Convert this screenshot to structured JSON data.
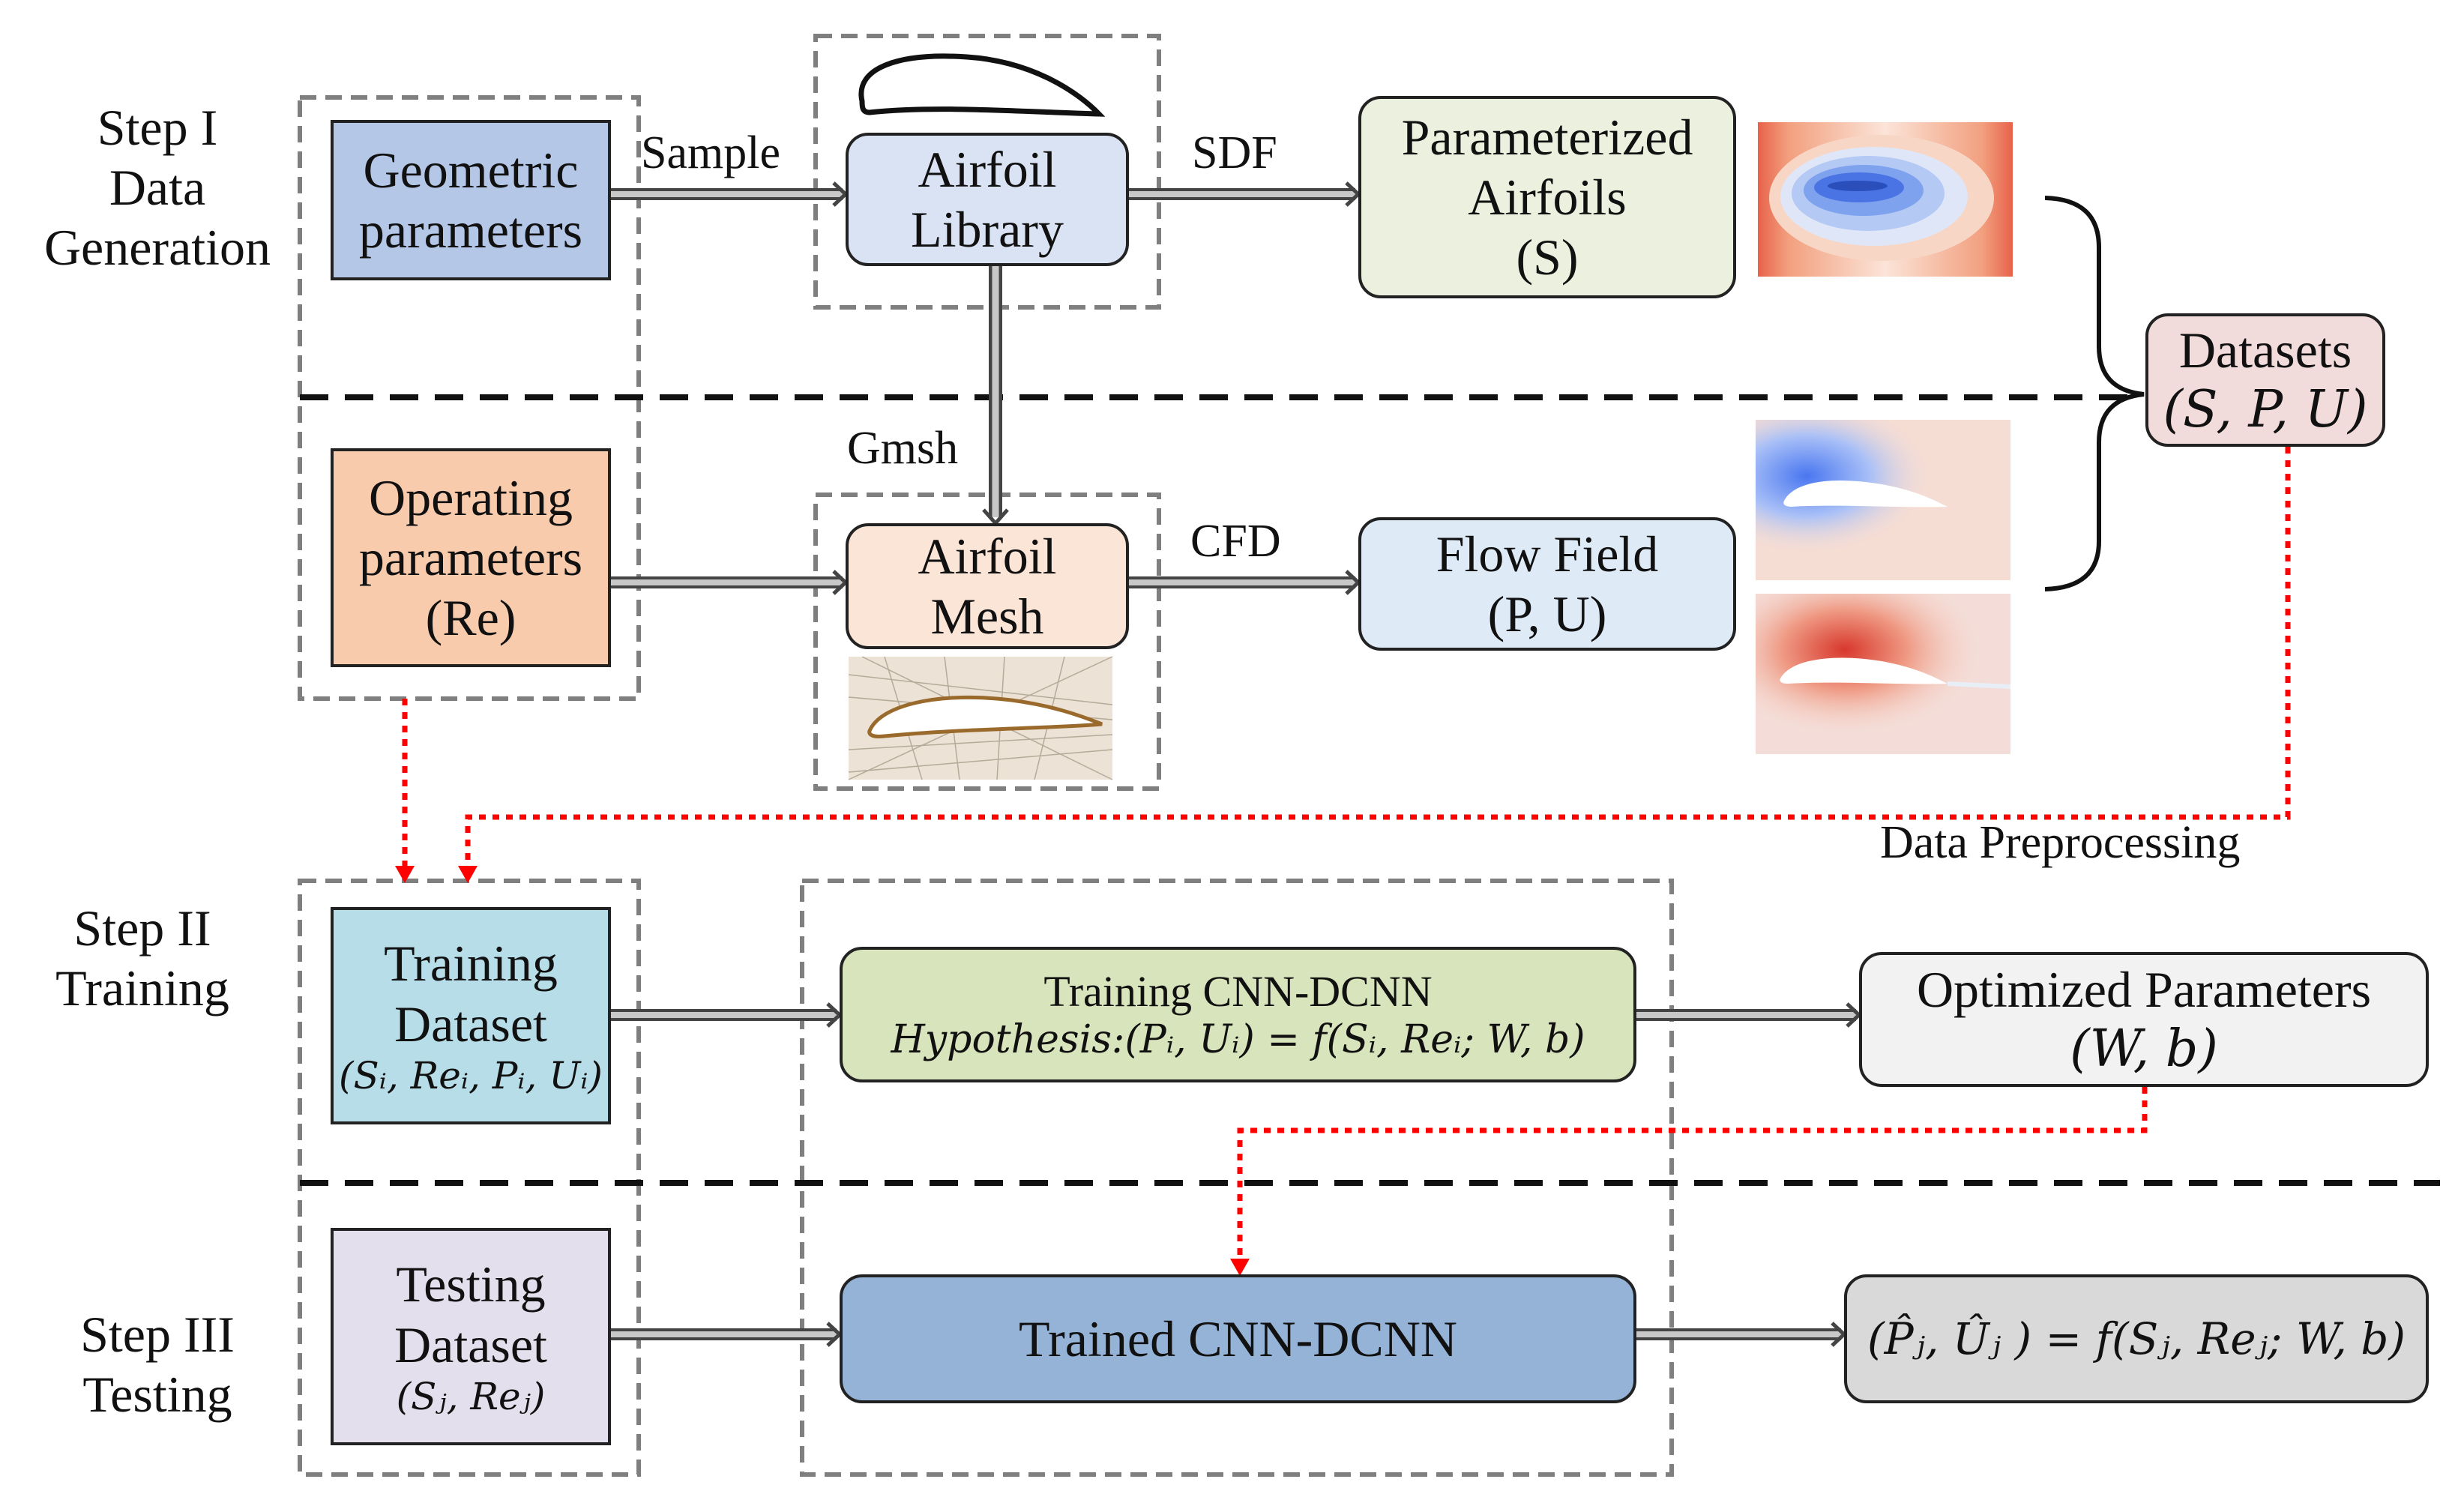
{
  "steps": {
    "step1": [
      "Step I",
      "Data",
      "Generation"
    ],
    "step2": [
      "Step II",
      "Training"
    ],
    "step3": [
      "Step III",
      "Testing"
    ]
  },
  "nodes": {
    "geometric": [
      "Geometric",
      "parameters"
    ],
    "operating": [
      "Operating",
      "parameters",
      "(Re)"
    ],
    "airfoil_library": [
      "Airfoil",
      "Library"
    ],
    "airfoil_mesh": [
      "Airfoil",
      "Mesh"
    ],
    "parameterized": [
      "Parameterized",
      "Airfoils",
      "(S)"
    ],
    "flow_field": [
      "Flow Field",
      "(P, U)"
    ],
    "datasets": [
      "Datasets",
      "(S, P, U)"
    ],
    "training_dataset": [
      "Training",
      "Dataset",
      "(Sᵢ, Reᵢ, Pᵢ, Uᵢ)"
    ],
    "training_cnn": [
      "Training CNN-DCNN",
      "Hypothesis:(Pᵢ, Uᵢ) = f(Sᵢ, Reᵢ; W, b)"
    ],
    "optimized": [
      "Optimized Parameters",
      "(W, b)"
    ],
    "testing_dataset": [
      "Testing",
      "Dataset",
      "(Sⱼ, Reⱼ)"
    ],
    "trained_cnn": "Trained CNN-DCNN",
    "output": "(P̂ⱼ, Ûⱼ ) = f(Sⱼ, Reⱼ; W, b)"
  },
  "edges": {
    "sample": "Sample",
    "sdf": "SDF",
    "gmsh": "Gmsh",
    "cfd": "CFD",
    "preprocessing": "Data Preprocessing"
  },
  "colors": {
    "geometric": "#b4c7e7",
    "operating": "#f8cbad",
    "airfoil_library": "#dae3f3",
    "airfoil_mesh": "#fbe5d6",
    "parameterized": "#ebf1de",
    "flow_field": "#deebf7",
    "datasets": "#f2dcdb",
    "training_dataset": "#b7dee8",
    "training_cnn": "#d8e4bc",
    "optimized": "#f2f2f2",
    "testing_dataset": "#e4dfec",
    "trained_cnn": "#95b3d7",
    "output": "#d9d9d9",
    "dashed_box": "#7f7f7f",
    "red_dotted": "#ff0000"
  }
}
